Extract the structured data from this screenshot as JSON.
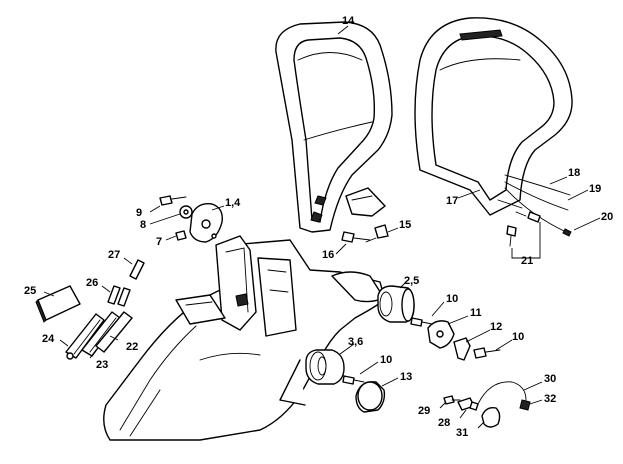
{
  "callouts": {
    "p14": "14",
    "p17": "17",
    "p18": "18",
    "p19": "19",
    "p20": "20",
    "p21": "21",
    "p9": "9",
    "p8": "8",
    "p7": "7",
    "p1_4": "1,4",
    "p15": "15",
    "p16": "16",
    "p27": "27",
    "p26": "26",
    "p25": "25",
    "p24": "24",
    "p23": "23",
    "p22": "22",
    "p2_5": "2,5",
    "p10a": "10",
    "p11": "11",
    "p12": "12",
    "p10b": "10",
    "p3_6": "3,6",
    "p10c": "10",
    "p13": "13",
    "p29": "29",
    "p28": "28",
    "p31": "31",
    "p30": "30",
    "p32": "32"
  }
}
